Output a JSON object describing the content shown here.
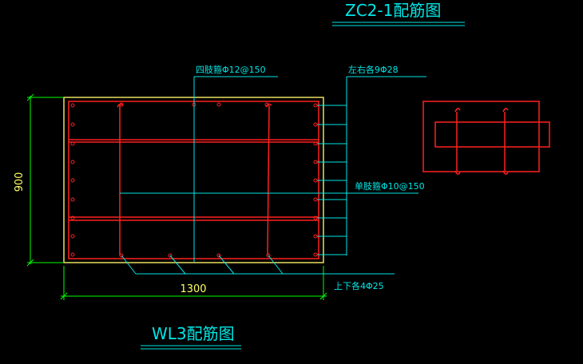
{
  "titles": {
    "top": "ZC2-1配筋图",
    "bottom": "WL3配筋图"
  },
  "dimensions": {
    "height": "900",
    "width": "1300"
  },
  "annotations": {
    "four_leg_stirrup": "四肢箍Φ12@150",
    "side_bars": "左右各9Φ28",
    "single_leg_stirrup": "单肢箍Φ10@150",
    "top_bottom_bars": "上下各4Φ25"
  },
  "colors": {
    "background": "#000000",
    "section_outline": "#e8e060",
    "rebar": "#ff2020",
    "leader": "#00e5e5",
    "dimension": "#00ff00",
    "title": "#00e5e5"
  }
}
